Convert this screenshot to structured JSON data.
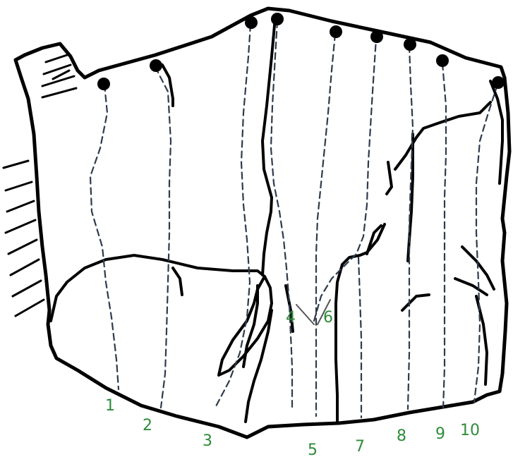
{
  "diagram": {
    "line_numbers": [
      "1",
      "2",
      "3",
      "4",
      "5",
      "6",
      "7",
      "8",
      "9",
      "10"
    ]
  },
  "colors": {
    "outline": "#000000",
    "dashed_lines": "#2d3b4d",
    "numbers": "#2e8b3a",
    "points": "#000000",
    "background": "#ffffff"
  }
}
